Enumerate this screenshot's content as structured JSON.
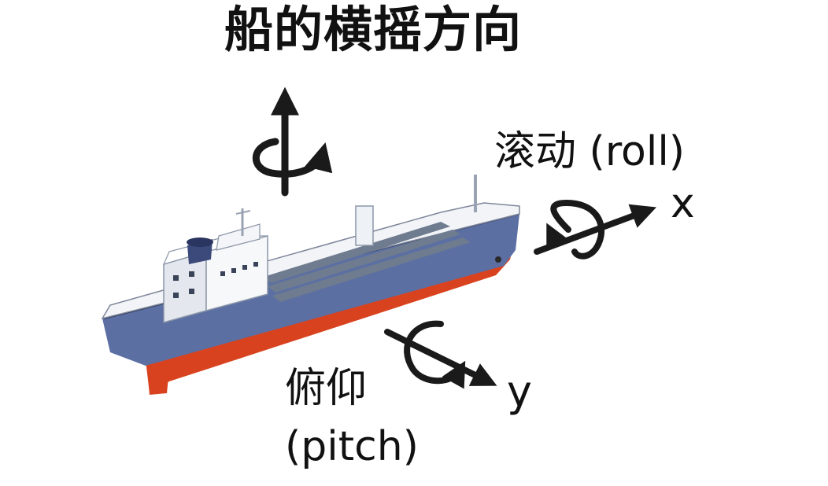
{
  "title": "船的横摇方向",
  "labels": {
    "roll": "滚动 (roll)",
    "x_axis": "x",
    "y_axis": "y",
    "pitch_cn": "俯仰",
    "pitch_en": "(pitch)"
  },
  "icons": {
    "yaw": "vertical-rotation-arrow-icon",
    "roll": "roll-rotation-arrow-icon",
    "pitch": "pitch-rotation-arrow-icon",
    "ship": "cargo-ship-illustration"
  },
  "colors": {
    "hull_blue": "#5b6fa3",
    "hull_red": "#d9421e",
    "deck": "#f2f4f7",
    "arrow": "#1a1a1a"
  }
}
